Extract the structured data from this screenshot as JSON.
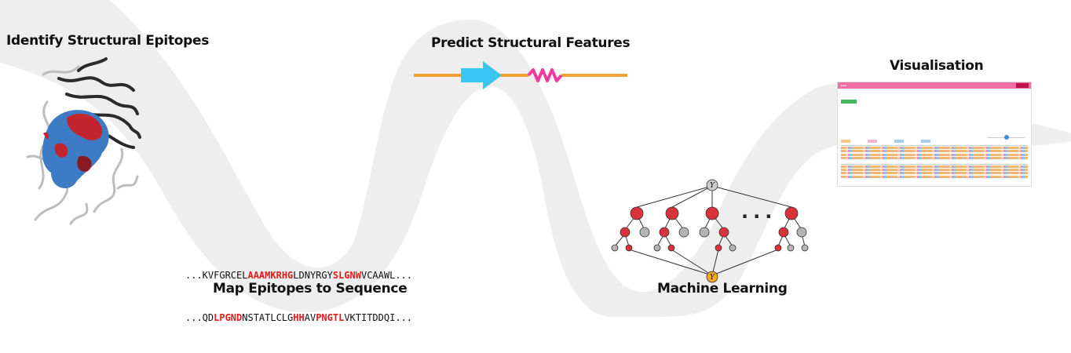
{
  "steps": {
    "identify": "Identify Structural Epitopes",
    "predict": "Predict Structural Features",
    "visualisation": "Visualisation",
    "map": "Map Epitopes to Sequence",
    "ml": "Machine Learning"
  },
  "sequences": {
    "line1": [
      {
        "t": "...KVFGRCEL",
        "ep": false
      },
      {
        "t": "AAAMKRHG",
        "ep": true
      },
      {
        "t": "LDNYRGY",
        "ep": false
      },
      {
        "t": "SLGNW",
        "ep": true
      },
      {
        "t": "VCAAWL...",
        "ep": false
      }
    ],
    "line2": [
      {
        "t": "...QD",
        "ep": false
      },
      {
        "t": "LPGND",
        "ep": true
      },
      {
        "t": "NSTATLCLG",
        "ep": false
      },
      {
        "t": "HH",
        "ep": true
      },
      {
        "t": "AV",
        "ep": false
      },
      {
        "t": "PNGTL",
        "ep": true
      },
      {
        "t": "VKTITDDQI...",
        "ep": false
      }
    ]
  },
  "ml": {
    "root_label": "Y",
    "output_label": "Y",
    "ellipsis": "..."
  },
  "colors": {
    "band": "#eeeeee",
    "helix_line": "#f5a033",
    "strand_arrow": "#3ac6f2",
    "coil": "#ee3a9c",
    "node_red": "#d8323a",
    "node_grey": "#b4b4b4",
    "output_node": "#f5a623",
    "epitope_text": "#e21b1b"
  },
  "icons": [
    "protein-structure-icon",
    "decision-tree-icon",
    "strand-arrow-icon"
  ]
}
